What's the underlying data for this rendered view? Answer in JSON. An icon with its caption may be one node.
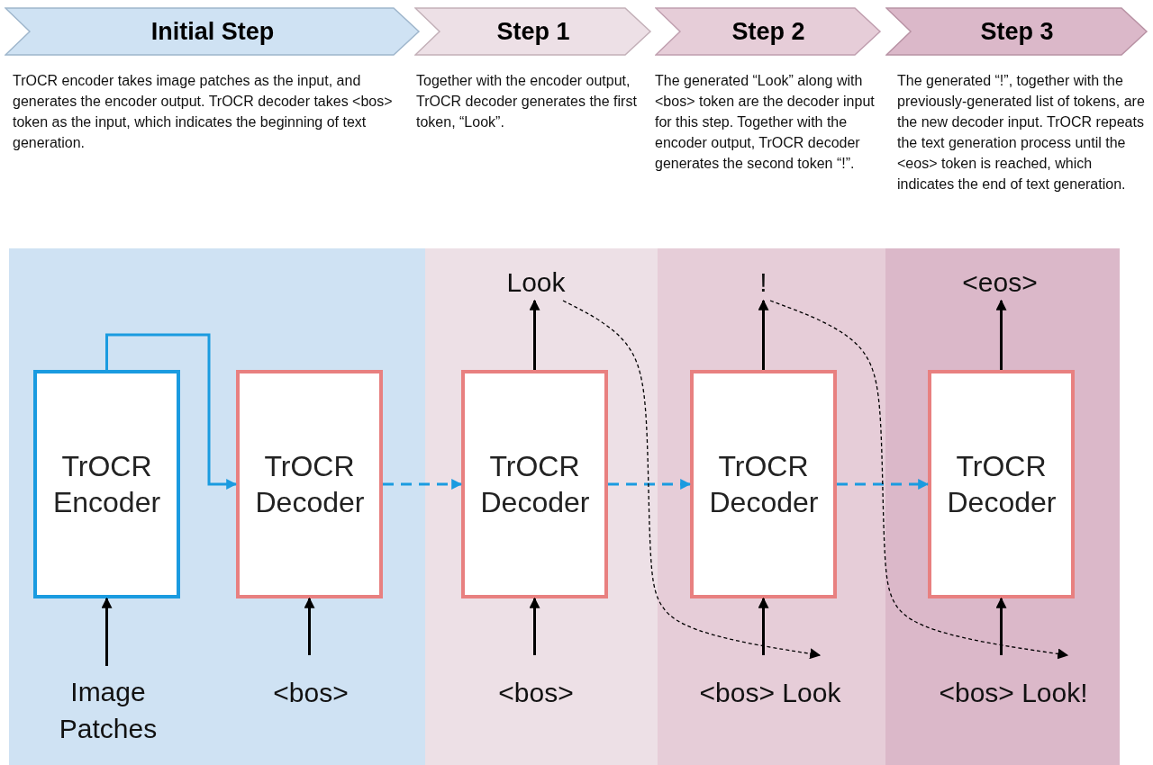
{
  "diagram": {
    "nodes": [
      {
        "text": [
          "Initial Step"
        ],
        "beside": [
          "TrOCR encoder takes image patches as the input, and generates the encoder output. TrOCR decoder takes <bos> token as the input, which indicates the beginning of text generation."
        ]
      },
      {
        "text": [
          "Step 1"
        ],
        "beside": [
          "Together with the encoder output, TrOCR decoder generates the first token, “Look”."
        ]
      },
      {
        "text": [
          "Step 2"
        ],
        "beside": [
          "The generated “Look” along with <bos> token are the decoder input for this step. Together with the encoder output, TrOCR decoder generates the second token “!”."
        ]
      },
      {
        "text": [
          "Step 3"
        ],
        "beside": [
          "The generated “!”, together with the previously-generated list of tokens, are the new decoder input. TrOCR repeats the text generation process until the <eos> token is reached, which indicates the end of text generation."
        ]
      },
      {
        "text": [
          "TrOCR Encoder"
        ]
      },
      {
        "text": [
          "TrOCR Decoder"
        ]
      },
      {
        "text": [
          "TrOCR Decoder"
        ]
      },
      {
        "text": [
          "TrOCR Decoder"
        ]
      },
      {
        "text": [
          "TrOCR Decoder"
        ]
      },
      {
        "text": [
          "Image Patches"
        ]
      },
      {
        "text": [
          "<bos>"
        ]
      },
      {
        "text": [
          "<bos>"
        ]
      },
      {
        "text": [
          "<bos> Look"
        ]
      },
      {
        "text": [
          "<bos> Look!"
        ]
      },
      {
        "text": [
          "Look"
        ]
      },
      {
        "text": [
          "!"
        ]
      },
      {
        "text": [
          "<eos>"
        ]
      }
    ],
    "edges": [
      {
        "from": 9,
        "to": 4,
        "arrow": "to"
      },
      {
        "from": 10,
        "to": 5,
        "arrow": "to"
      },
      {
        "from": 11,
        "to": 6,
        "arrow": "to"
      },
      {
        "from": 12,
        "to": 7,
        "arrow": "to"
      },
      {
        "from": 13,
        "to": 8,
        "arrow": "to"
      },
      {
        "from": 6,
        "to": 14,
        "arrow": "to"
      },
      {
        "from": 7,
        "to": 15,
        "arrow": "to"
      },
      {
        "from": 8,
        "to": 16,
        "arrow": "to"
      },
      {
        "from": 4,
        "to": 5,
        "arrow": "to",
        "color": "#1a9be0"
      },
      {
        "from": 5,
        "to": 6,
        "arrow": "to",
        "style": "dashed",
        "color": "#1a9be0"
      },
      {
        "from": 6,
        "to": 7,
        "arrow": "to",
        "style": "dashed",
        "color": "#1a9be0"
      },
      {
        "from": 7,
        "to": 8,
        "arrow": "to",
        "style": "dashed",
        "color": "#1a9be0"
      },
      {
        "from": 14,
        "to": 12,
        "arrow": "to",
        "style": "dashed"
      },
      {
        "from": 15,
        "to": 13,
        "arrow": "to",
        "style": "dashed"
      }
    ]
  }
}
